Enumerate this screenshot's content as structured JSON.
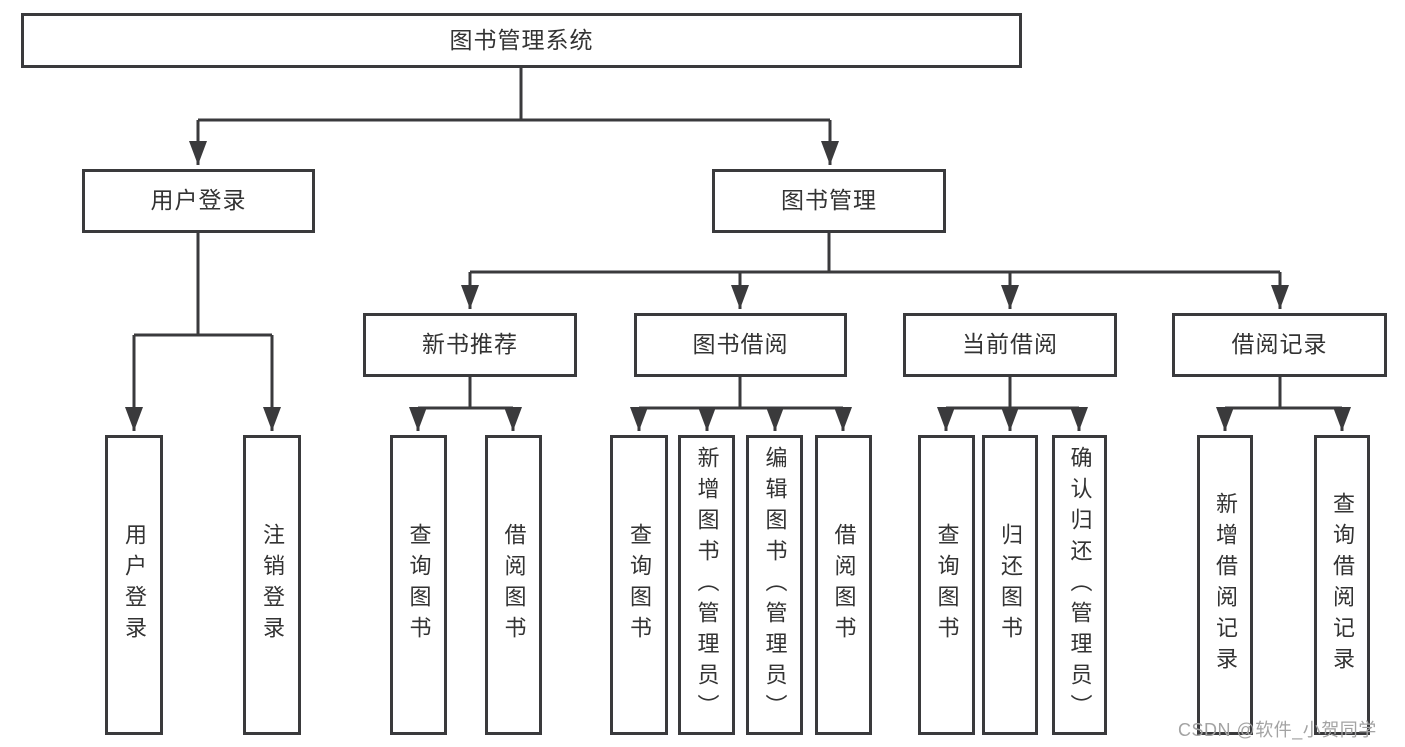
{
  "diagram": {
    "title_node": {
      "label": "图书管理系统"
    },
    "level2": [
      {
        "label": "用户登录"
      },
      {
        "label": "图书管理"
      }
    ],
    "level3": [
      {
        "label": "新书推荐"
      },
      {
        "label": "图书借阅"
      },
      {
        "label": "当前借阅"
      },
      {
        "label": "借阅记录"
      }
    ],
    "leaves": [
      {
        "label": "用户登录",
        "parent": "用户登录"
      },
      {
        "label": "注销登录",
        "parent": "用户登录"
      },
      {
        "label": "查询图书",
        "parent": "新书推荐"
      },
      {
        "label": "借阅图书",
        "parent": "新书推荐"
      },
      {
        "label": "查询图书",
        "parent": "图书借阅"
      },
      {
        "label": "新增图书（管理员）",
        "parent": "图书借阅"
      },
      {
        "label": "编辑图书（管理员）",
        "parent": "图书借阅"
      },
      {
        "label": "借阅图书",
        "parent": "图书借阅"
      },
      {
        "label": "查询图书",
        "parent": "当前借阅"
      },
      {
        "label": "归还图书",
        "parent": "当前借阅"
      },
      {
        "label": "确认归还（管理员）",
        "parent": "当前借阅"
      },
      {
        "label": "新增借阅记录",
        "parent": "借阅记录"
      },
      {
        "label": "查询借阅记录",
        "parent": "借阅记录"
      }
    ],
    "watermark": "CSDN @软件_小贺同学",
    "colors": {
      "line": "#3a3a3c",
      "text": "#333333",
      "watermark": "#a3a3a3",
      "background": "#ffffff"
    }
  }
}
